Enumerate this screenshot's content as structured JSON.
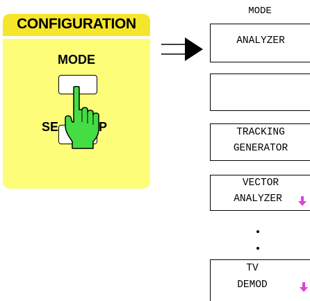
{
  "config_panel": {
    "title": "CONFIGURATION",
    "mode_label": "MODE",
    "setup_label_left": "SE",
    "setup_label_right": "P",
    "colors": {
      "title_bar": "#f5e62c",
      "body": "#fdfd7a",
      "hand": "#44dd44"
    }
  },
  "softkey_menu": {
    "title": "MODE",
    "items": [
      {
        "line1": "ANALYZER",
        "line2": ""
      },
      {
        "line1": "",
        "line2": ""
      },
      {
        "line1": "TRACKING",
        "line2": "GENERATOR"
      },
      {
        "line1": "VECTOR",
        "line2": "ANALYZER",
        "more": true
      },
      {
        "line1": "TV",
        "line2": "DEMOD",
        "more": true
      }
    ],
    "more_arrow_color": "#e040e0"
  },
  "icons": {
    "arrow": "right-arrow-icon",
    "hand": "pointing-hand-icon",
    "more": "down-arrow-icon"
  }
}
